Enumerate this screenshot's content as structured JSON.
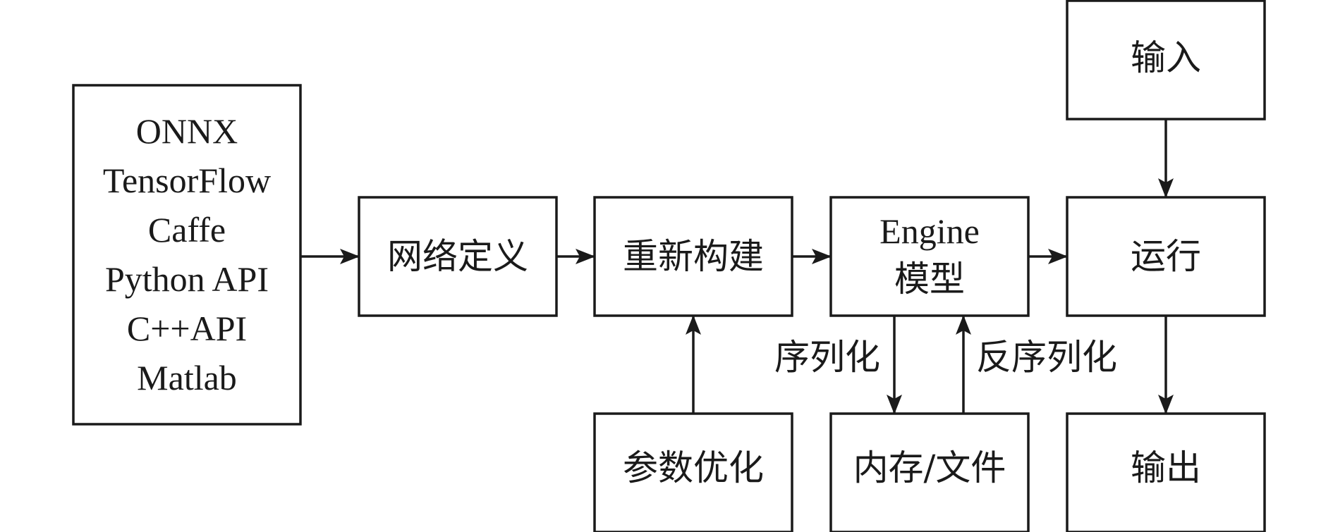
{
  "nodes": {
    "frameworks": {
      "lines": [
        "ONNX",
        "TensorFlow",
        "Caffe",
        "Python API",
        "C++API",
        "Matlab"
      ]
    },
    "network_definition": {
      "label": "网络定义"
    },
    "rebuild": {
      "label": "重新构建"
    },
    "param_optimization": {
      "label": "参数优化"
    },
    "engine_model": {
      "lines": [
        "Engine",
        "模型"
      ]
    },
    "memory_file": {
      "label": "内存/文件"
    },
    "input": {
      "label": "输入"
    },
    "run": {
      "label": "运行"
    },
    "output": {
      "label": "输出"
    }
  },
  "edges": {
    "serialize": {
      "label": "序列化"
    },
    "deserialize": {
      "label": "反序列化"
    }
  },
  "colors": {
    "stroke": "#1a1a1a",
    "background": "#ffffff"
  }
}
